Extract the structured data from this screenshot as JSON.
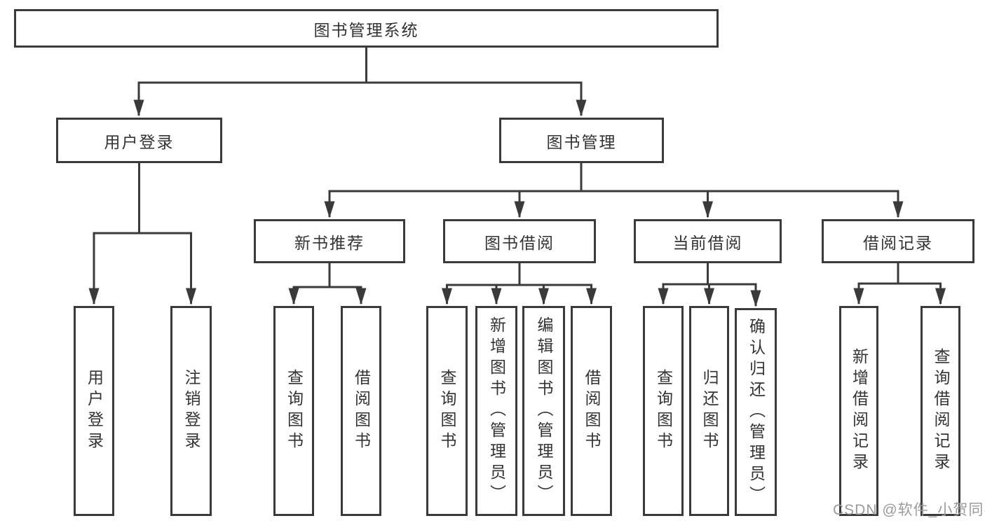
{
  "diagram": {
    "type": "hierarchy-flowchart",
    "colors": {
      "line": "#3a3a3a",
      "box_border": "#3a3a3a",
      "box_fill": "#ffffff",
      "text": "#333333",
      "watermark": "#9b9b9b",
      "background": "#ffffff"
    },
    "nodes": {
      "root": "图书管理系统",
      "user_login": "用户登录",
      "book_mgmt": "图书管理",
      "new_book_rec": "新书推荐",
      "book_borrow": "图书借阅",
      "current_borrow": "当前借阅",
      "borrow_records": "借阅记录",
      "ul_login": "用户登录",
      "ul_logout": "注销登录",
      "nb_query": "查询图书",
      "nb_borrow": "借阅图书",
      "bb_query": "查询图书",
      "bb_add": "新增图书（管理员）",
      "bb_edit": "编辑图书（管理员）",
      "bb_borrow": "借阅图书",
      "cb_query": "查询图书",
      "cb_return": "归还图书",
      "cb_confirm": "确认归还（管理员）",
      "br_add": "新增借阅记录",
      "br_query": "查询借阅记录"
    },
    "edges": [
      [
        "root",
        "user_login"
      ],
      [
        "root",
        "book_mgmt"
      ],
      [
        "user_login",
        "ul_login"
      ],
      [
        "user_login",
        "ul_logout"
      ],
      [
        "book_mgmt",
        "new_book_rec"
      ],
      [
        "book_mgmt",
        "book_borrow"
      ],
      [
        "book_mgmt",
        "current_borrow"
      ],
      [
        "book_mgmt",
        "borrow_records"
      ],
      [
        "new_book_rec",
        "nb_query"
      ],
      [
        "new_book_rec",
        "nb_borrow"
      ],
      [
        "book_borrow",
        "bb_query"
      ],
      [
        "book_borrow",
        "bb_add"
      ],
      [
        "book_borrow",
        "bb_edit"
      ],
      [
        "book_borrow",
        "bb_borrow"
      ],
      [
        "current_borrow",
        "cb_query"
      ],
      [
        "current_borrow",
        "cb_return"
      ],
      [
        "current_borrow",
        "cb_confirm"
      ],
      [
        "borrow_records",
        "br_add"
      ],
      [
        "borrow_records",
        "br_query"
      ]
    ]
  },
  "watermark": {
    "text": "CSDN @软件_小贺同学"
  }
}
